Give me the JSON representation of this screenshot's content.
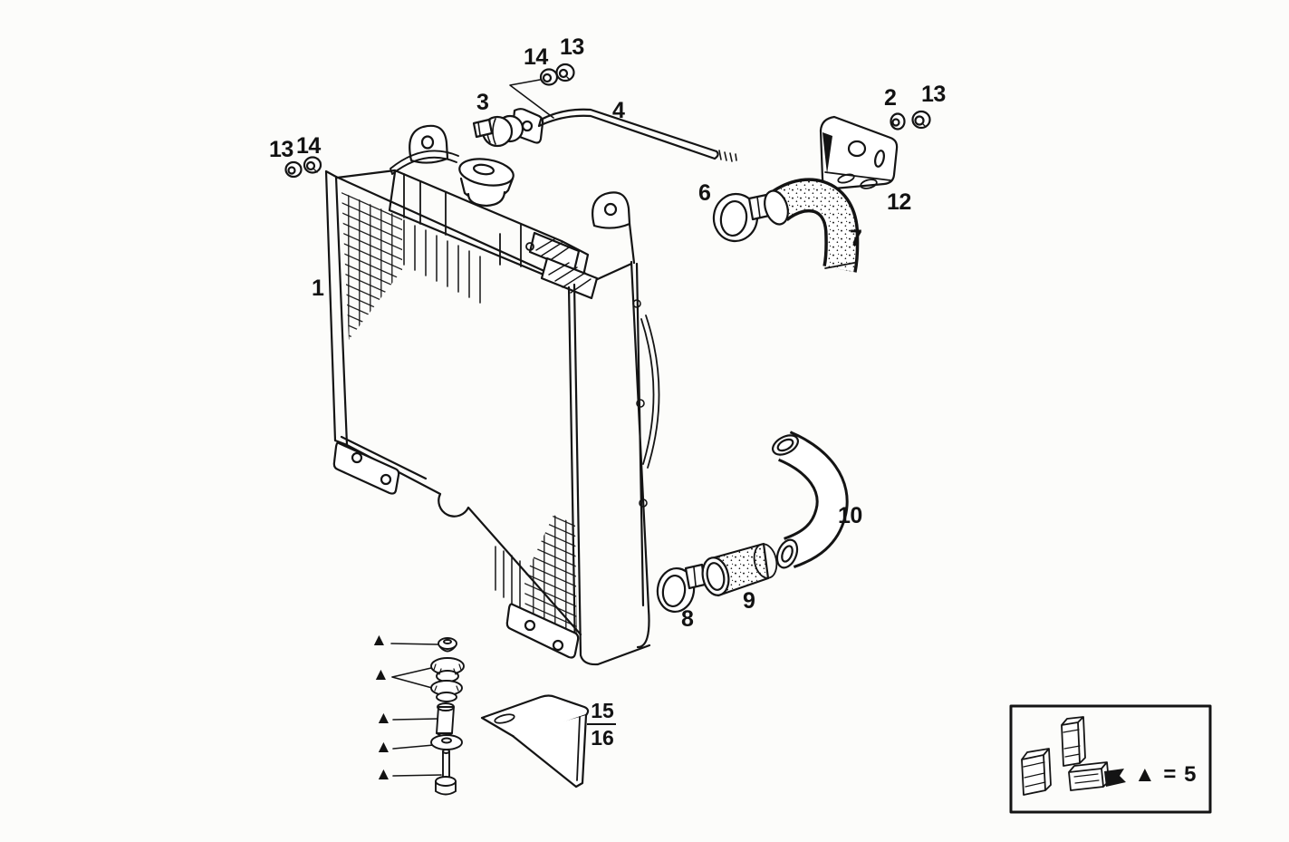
{
  "document": {
    "type": "exploded-parts-diagram",
    "subject": "radiator-and-cooling-hoses"
  },
  "labels": {
    "p1": "1",
    "p2": "2",
    "p3": "3",
    "p4": "4",
    "p6": "6",
    "p7": "7",
    "p8": "8",
    "p9": "9",
    "p10": "10",
    "p12": "12",
    "p13_top": "13",
    "p13_left": "13",
    "p13_right": "13",
    "p14_top": "14",
    "p14_left": "14",
    "p15": "15",
    "p16": "16"
  },
  "markers": {
    "glyph": "▲"
  },
  "legend": {
    "symbol": "▲",
    "separator": "=",
    "part_number": "5",
    "text": "▲ = 5"
  }
}
